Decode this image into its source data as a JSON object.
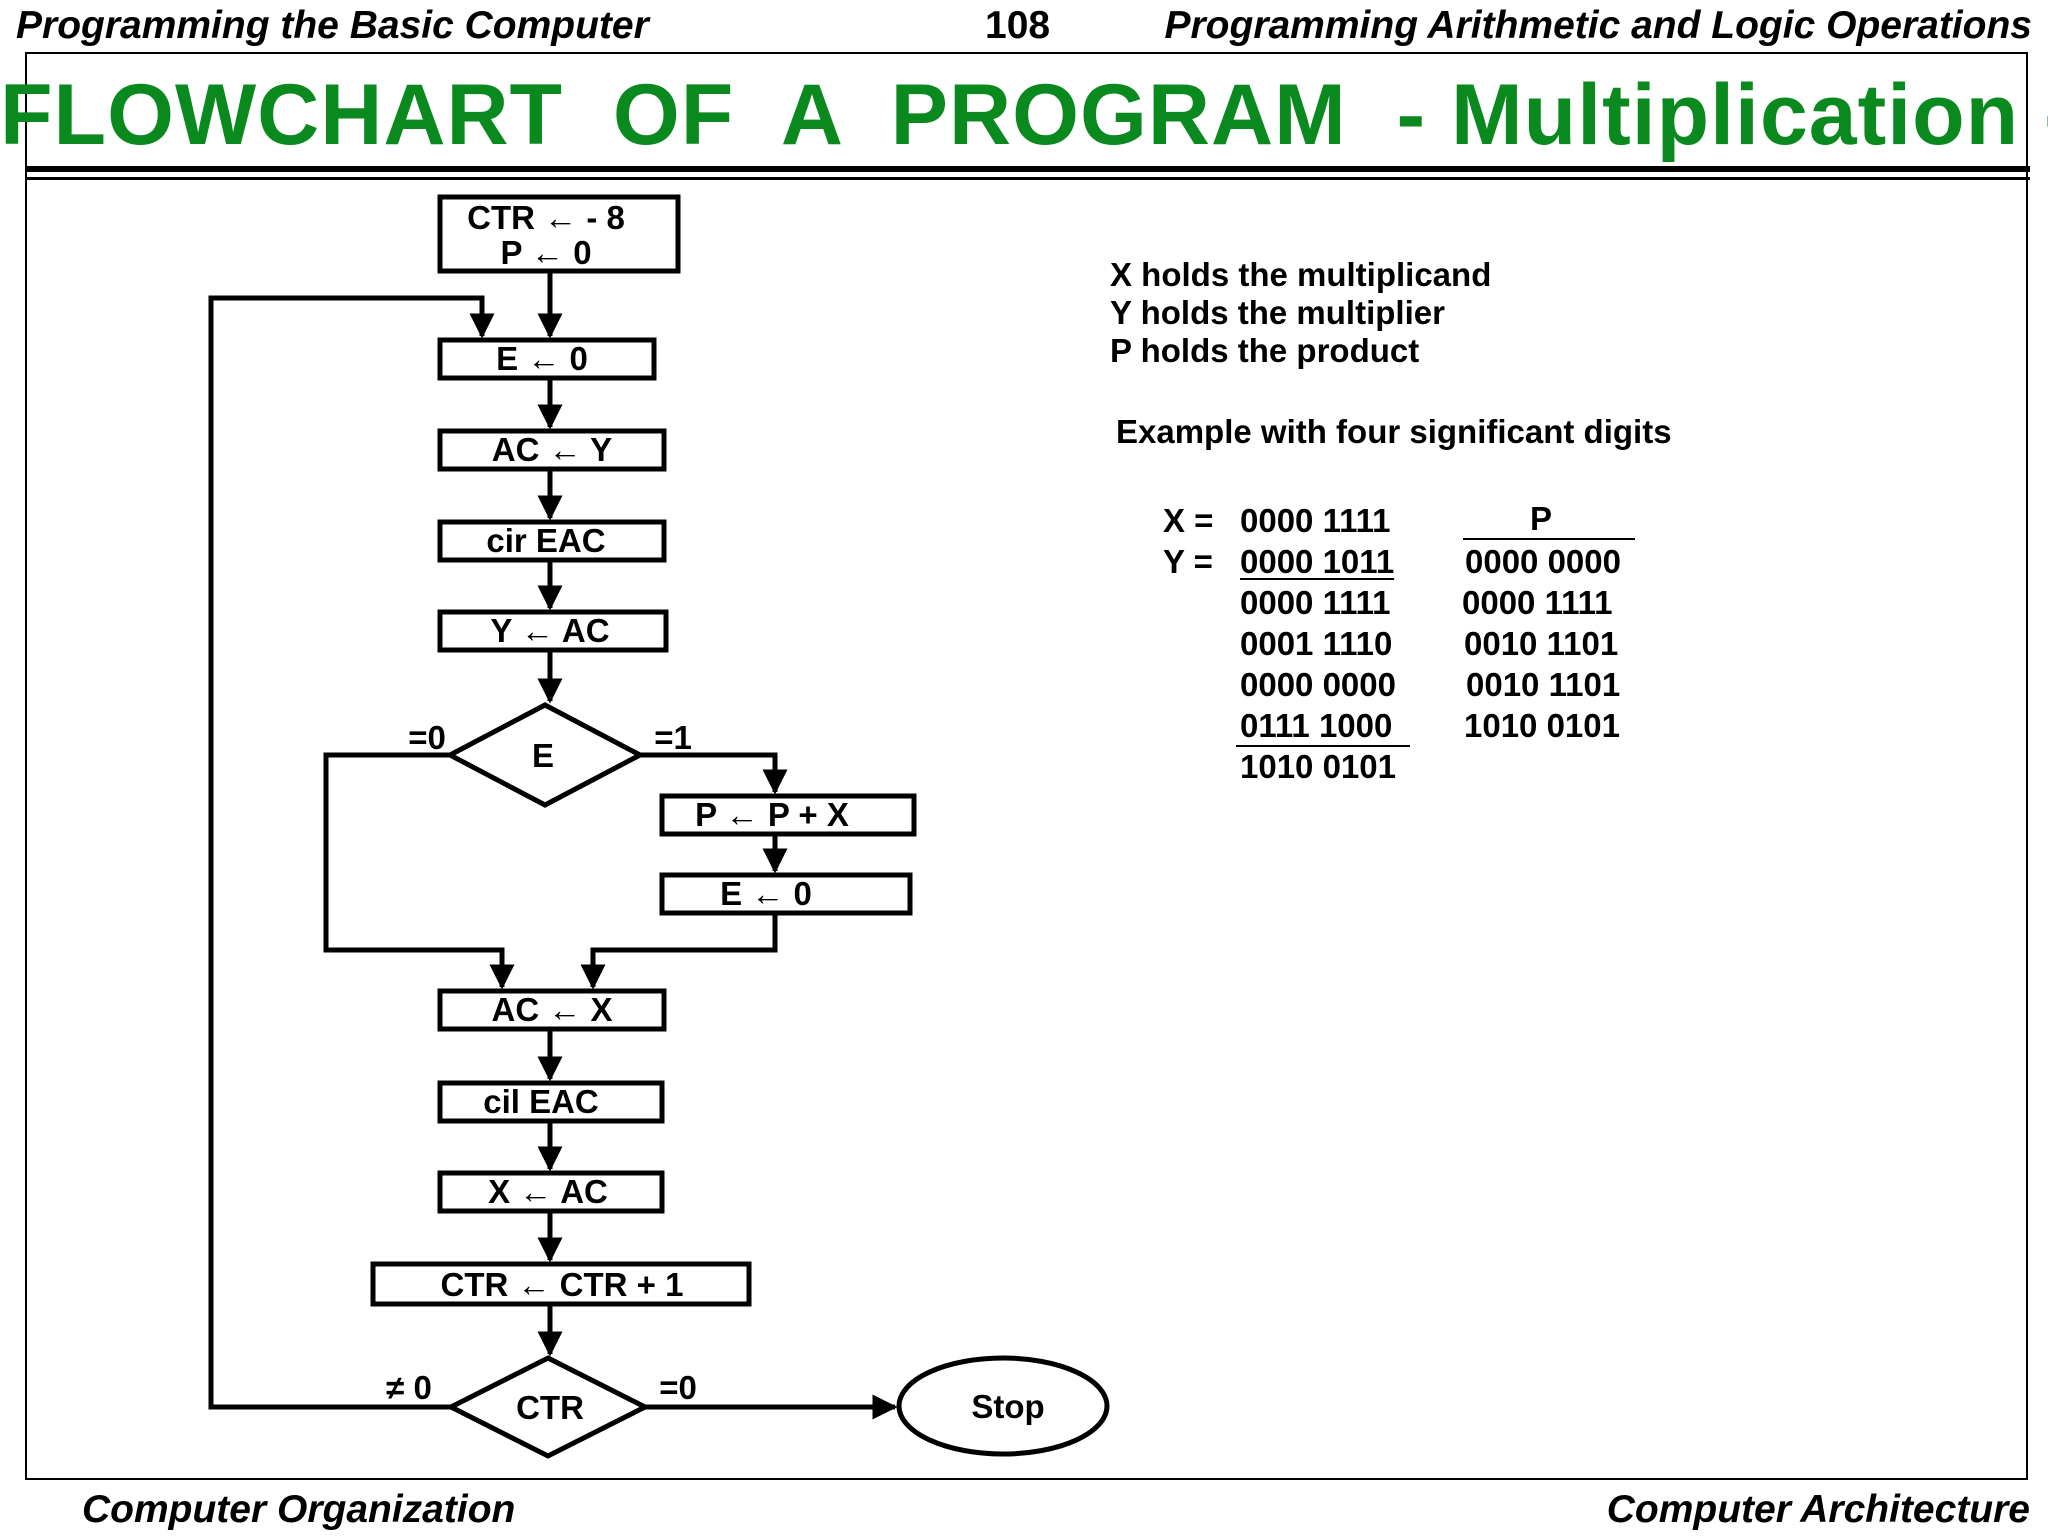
{
  "header": {
    "left": "Programming the Basic Computer",
    "page_number": "108",
    "right": "Programming Arithmetic and Logic Operations"
  },
  "title": "FLOWCHART  OF  A  PROGRAM  - Multiplication -",
  "flowchart": {
    "init_line1": "CTR ← - 8",
    "init_line2": "P ← 0",
    "e_clear_1": "E ← 0",
    "ac_load_y": "AC ← Y",
    "cir_eac": "cir EAC",
    "y_store_ac": "Y ← AC",
    "decision_e": "E",
    "e_eq_0": "=0",
    "e_eq_1": "=1",
    "p_add_x": "P ← P + X",
    "e_clear_2": "E ← 0",
    "ac_load_x": "AC ← X",
    "cil_eac": "cil EAC",
    "x_store_ac": "X ← AC",
    "ctr_increment": "CTR ← CTR + 1",
    "decision_ctr": "CTR",
    "ctr_ne_0": "≠ 0",
    "ctr_eq_0": "=0",
    "stop": "Stop"
  },
  "notes": {
    "line1": "X holds the multiplicand",
    "line2": "Y holds the multiplier",
    "line3": "P holds the product",
    "example_heading": "Example with four significant digits"
  },
  "example": {
    "x_label": "X =",
    "x_value": "0000 1111",
    "y_label": "Y =",
    "y_value": "0000 1011",
    "partials": [
      "0000 1111",
      "0001 1110",
      "0000 0000",
      "0111 1000"
    ],
    "sum": "1010 0101",
    "p_header": "P",
    "p_values": [
      "0000 0000",
      "0000 1111",
      "0010 1101",
      "0010 1101",
      "1010 0101"
    ]
  },
  "footer": {
    "left": "Computer Organization",
    "right": "Computer Architecture"
  }
}
